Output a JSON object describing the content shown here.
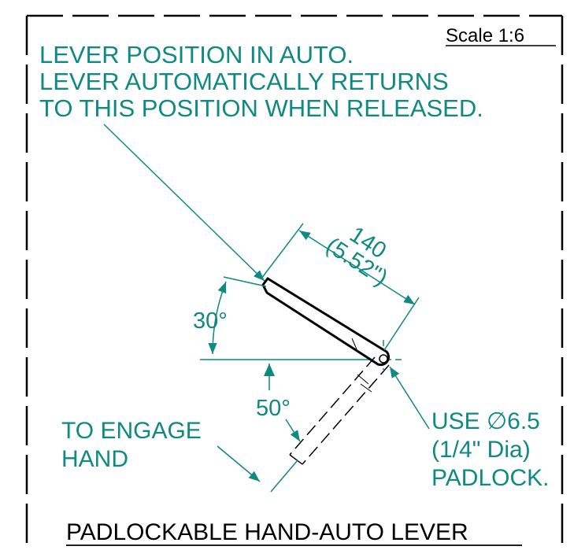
{
  "scale_label": "Scale 1:6",
  "note_lines": [
    "LEVER POSITION IN AUTO.",
    "LEVER AUTOMATICALLY RETURNS",
    "TO THIS POSITION WHEN RELEASED."
  ],
  "dim_length_mm": "140",
  "dim_length_in": "(5.52\")",
  "angle_up": "30°",
  "angle_down": "50°",
  "engage_lines": [
    "TO ENGAGE",
    "HAND"
  ],
  "padlock_lines": [
    "USE ∅6.5",
    "(1/4\" Dia)",
    "PADLOCK."
  ],
  "title": "PADLOCKABLE HAND-AUTO LEVER",
  "colors": {
    "annotation": "#0f8a80",
    "outline": "#000000"
  }
}
